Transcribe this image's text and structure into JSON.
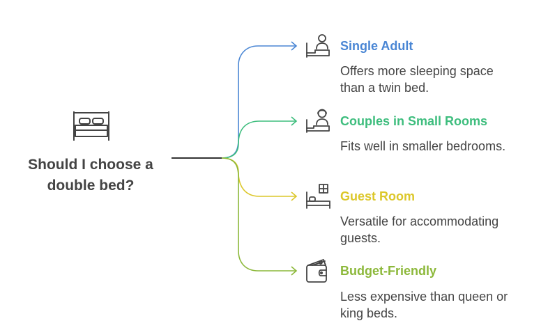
{
  "root": {
    "question_line1": "Should I choose a",
    "question_line2": "double bed?",
    "icon": "double-bed-icon"
  },
  "branches": [
    {
      "title": "Single Adult",
      "desc_line1": "Offers more sleeping space",
      "desc_line2": "than a twin bed.",
      "color": "#4a86d4",
      "icon": "person-in-bed-icon"
    },
    {
      "title": "Couples in Small Rooms",
      "desc_line1": "Fits well in smaller bedrooms.",
      "desc_line2": "",
      "color": "#3dbd7d",
      "icon": "couple-in-bed-icon"
    },
    {
      "title": "Guest Room",
      "desc_line1": "Versatile for accommodating",
      "desc_line2": "guests.",
      "color": "#dcc72a",
      "icon": "guest-bed-icon"
    },
    {
      "title": "Budget-Friendly",
      "desc_line1": "Less expensive than queen or",
      "desc_line2": "king beds.",
      "color": "#8cb83a",
      "icon": "wallet-icon"
    }
  ],
  "colors": {
    "text": "#444444",
    "icon_stroke": "#444444",
    "root_line": "#333333"
  }
}
